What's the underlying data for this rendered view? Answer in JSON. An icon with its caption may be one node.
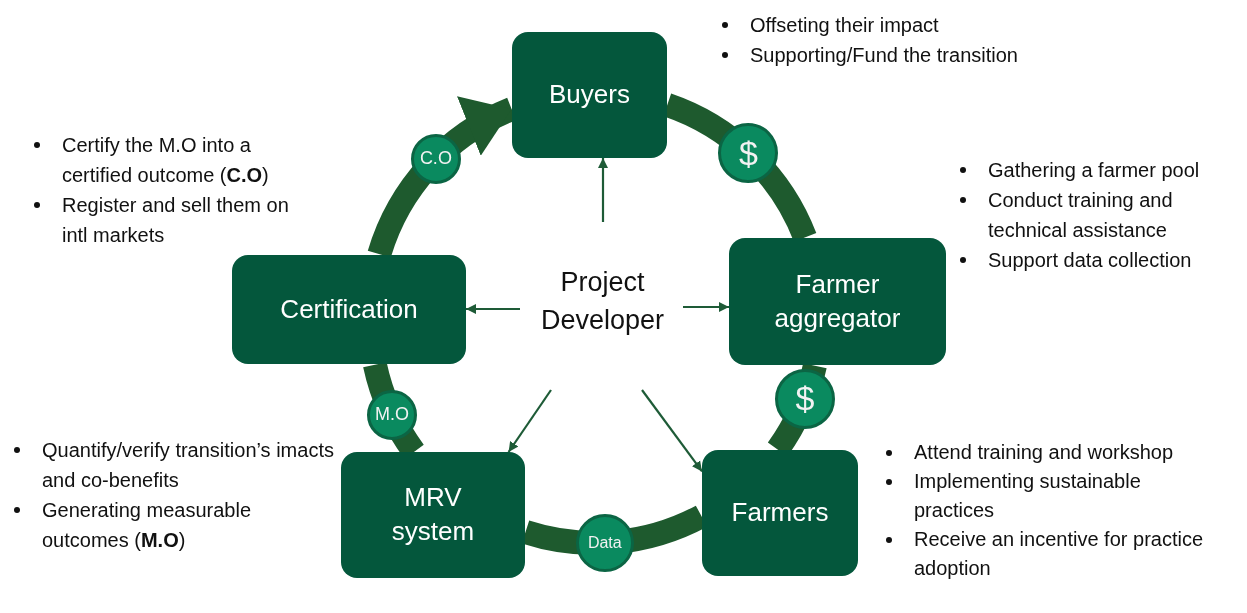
{
  "diagram": {
    "nodes": [
      {
        "text": [
          "Buyers"
        ],
        "beside": [
          "Offseting their impact",
          "Supporting/Fund the transition"
        ]
      },
      {
        "text": [
          "Certification"
        ],
        "beside": [
          "Certify the M.O into a certified outcome (**C.O**)",
          "Register and sell them on intl markets"
        ]
      },
      {
        "text": [
          "Project Developer"
        ]
      },
      {
        "text": [
          "Farmer aggregator"
        ],
        "beside": [
          "Gathering a farmer pool",
          "Conduct training and technical assistance",
          "Support data collection"
        ]
      },
      {
        "text": [
          "MRV system"
        ],
        "beside": [
          "Quantify/verify transition’s imacts and co-benefits",
          "Generating measurable outcomes (**M.O**)"
        ]
      },
      {
        "text": [
          "Farmers"
        ],
        "beside": [
          "Attend training and workshop",
          "Implementing sustainable practices",
          "Receive an incentive for practice adoption"
        ]
      }
    ],
    "edges": [
      {
        "from": 0,
        "to": 3,
        "arrow": "none",
        "style": "thick",
        "label": "$"
      },
      {
        "from": 3,
        "to": 5,
        "arrow": "none",
        "style": "thick",
        "label": "$"
      },
      {
        "from": 5,
        "to": 4,
        "arrow": "none",
        "style": "thick",
        "label": "Data"
      },
      {
        "from": 4,
        "to": 1,
        "arrow": "none",
        "style": "thick",
        "label": "M.O"
      },
      {
        "from": 1,
        "to": 0,
        "arrow": "to",
        "style": "thick",
        "label": "C.O"
      },
      {
        "from": 2,
        "to": 0,
        "arrow": "to"
      },
      {
        "from": 2,
        "to": 1,
        "arrow": "to"
      },
      {
        "from": 2,
        "to": 3,
        "arrow": "to"
      },
      {
        "from": 2,
        "to": 4,
        "arrow": "to"
      },
      {
        "from": 2,
        "to": 5,
        "arrow": "to"
      }
    ]
  }
}
